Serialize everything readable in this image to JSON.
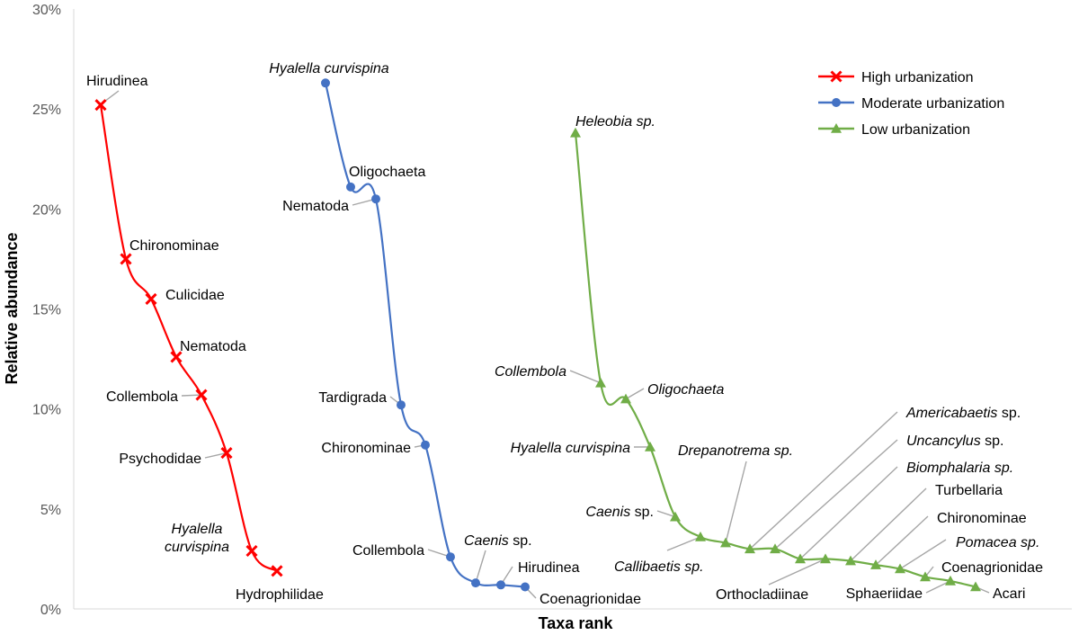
{
  "chart_data": {
    "type": "line",
    "xlabel": "Taxa rank",
    "ylabel": "Relative abundance",
    "ylim": [
      0,
      30
    ],
    "y_ticks": [
      "0%",
      "5%",
      "10%",
      "15%",
      "20%",
      "25%",
      "30%"
    ],
    "grid": false,
    "legend_position": "top-right",
    "series": [
      {
        "name": "High urbanization",
        "color": "#ff0000",
        "marker": "x",
        "points": [
          {
            "taxon": "Hirudinea",
            "y": 25.2
          },
          {
            "taxon": "Chironominae",
            "y": 17.5
          },
          {
            "taxon": "Culicidae",
            "y": 15.5
          },
          {
            "taxon": "Nematoda",
            "y": 12.6
          },
          {
            "taxon": "Collembola",
            "y": 10.7
          },
          {
            "taxon": "Psychodidae",
            "y": 7.8
          },
          {
            "taxon": "Hyalella curvispina",
            "y": 2.9
          },
          {
            "taxon": "Hydrophilidae",
            "y": 1.9
          }
        ]
      },
      {
        "name": "Moderate urbanization",
        "color": "#4472c4",
        "marker": "circle",
        "points": [
          {
            "taxon": "Hyalella curvispina",
            "y": 26.3
          },
          {
            "taxon": "Oligochaeta",
            "y": 21.1
          },
          {
            "taxon": "Nematoda",
            "y": 20.5
          },
          {
            "taxon": "Tardigrada",
            "y": 10.2
          },
          {
            "taxon": "Chironominae",
            "y": 8.2
          },
          {
            "taxon": "Collembola",
            "y": 2.6
          },
          {
            "taxon": "Caenis sp.",
            "y": 1.3
          },
          {
            "taxon": "Hirudinea",
            "y": 1.2
          },
          {
            "taxon": "Coenagrionidae",
            "y": 1.1
          }
        ]
      },
      {
        "name": "Low urbanization",
        "color": "#70ad47",
        "marker": "triangle",
        "points": [
          {
            "taxon": "Heleobia sp.",
            "y": 23.8
          },
          {
            "taxon": "Collembola",
            "y": 11.3
          },
          {
            "taxon": "Oligochaeta",
            "y": 10.5
          },
          {
            "taxon": "Hyalella curvispina",
            "y": 8.1
          },
          {
            "taxon": "Caenis sp.",
            "y": 4.6
          },
          {
            "taxon": "Callibaetis sp.",
            "y": 3.6
          },
          {
            "taxon": "Drepanotrema sp.",
            "y": 3.3
          },
          {
            "taxon": "Americabaetis sp.",
            "y": 3.0
          },
          {
            "taxon": "Uncancylus sp.",
            "y": 3.0
          },
          {
            "taxon": "Biomphalaria sp.",
            "y": 2.5
          },
          {
            "taxon": "Orthocladiinae",
            "y": 2.5
          },
          {
            "taxon": "Turbellaria",
            "y": 2.4
          },
          {
            "taxon": "Chironominae",
            "y": 2.2
          },
          {
            "taxon": "Pomacea sp.",
            "y": 2.0
          },
          {
            "taxon": "Coenagrionidae",
            "y": 1.6
          },
          {
            "taxon": "Sphaeriidae",
            "y": 1.4
          },
          {
            "taxon": "Acari",
            "y": 1.1
          }
        ]
      }
    ]
  }
}
